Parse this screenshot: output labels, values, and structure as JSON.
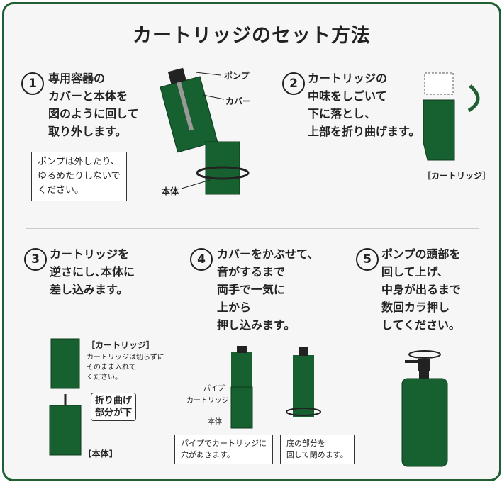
{
  "title": "カートリッジのセット方法",
  "colors": {
    "green": "#17602f",
    "border": "#1f5f33"
  },
  "steps": [
    {
      "num": "1",
      "text": "専用容器の\nカバーと本体を\n図のように回して\n取り外します。",
      "note": "ポンプは外したり、\nゆるめたりしないで\nください。",
      "labels": {
        "pump": "ポンプ",
        "cover": "カバー",
        "body": "本体"
      }
    },
    {
      "num": "2",
      "text": "カートリッジの\n中味をしごいて\n下に落とし、\n上部を折り曲げます。",
      "labels": {
        "cartridge": "［カートリッジ］"
      }
    },
    {
      "num": "3",
      "text": "カートリッジを\n逆さにし､本体に\n差し込みます。",
      "labels": {
        "cartridge": "［カートリッジ］",
        "cartridge_note": "カートリッジは切らずに\nそのまま入れて\nください。",
        "fold": "折り曲げ\n部分が下",
        "body": "[本体]"
      }
    },
    {
      "num": "4",
      "text": "カバーをかぶせて、\n音がするまで\n両手で一気に\n上から\n押し込みます。",
      "labels": {
        "pipe": "パイプ",
        "cartridge": "カートリッジ",
        "body": "本体",
        "note1": "パイプでカートリッジに\n穴があきます。",
        "note2": "底の部分を\n回して閉めます。"
      }
    },
    {
      "num": "5",
      "text": "ポンプの頭部を\n回して上げ、\n中身が出るまで\n数回カラ押し\nしてください。"
    }
  ]
}
